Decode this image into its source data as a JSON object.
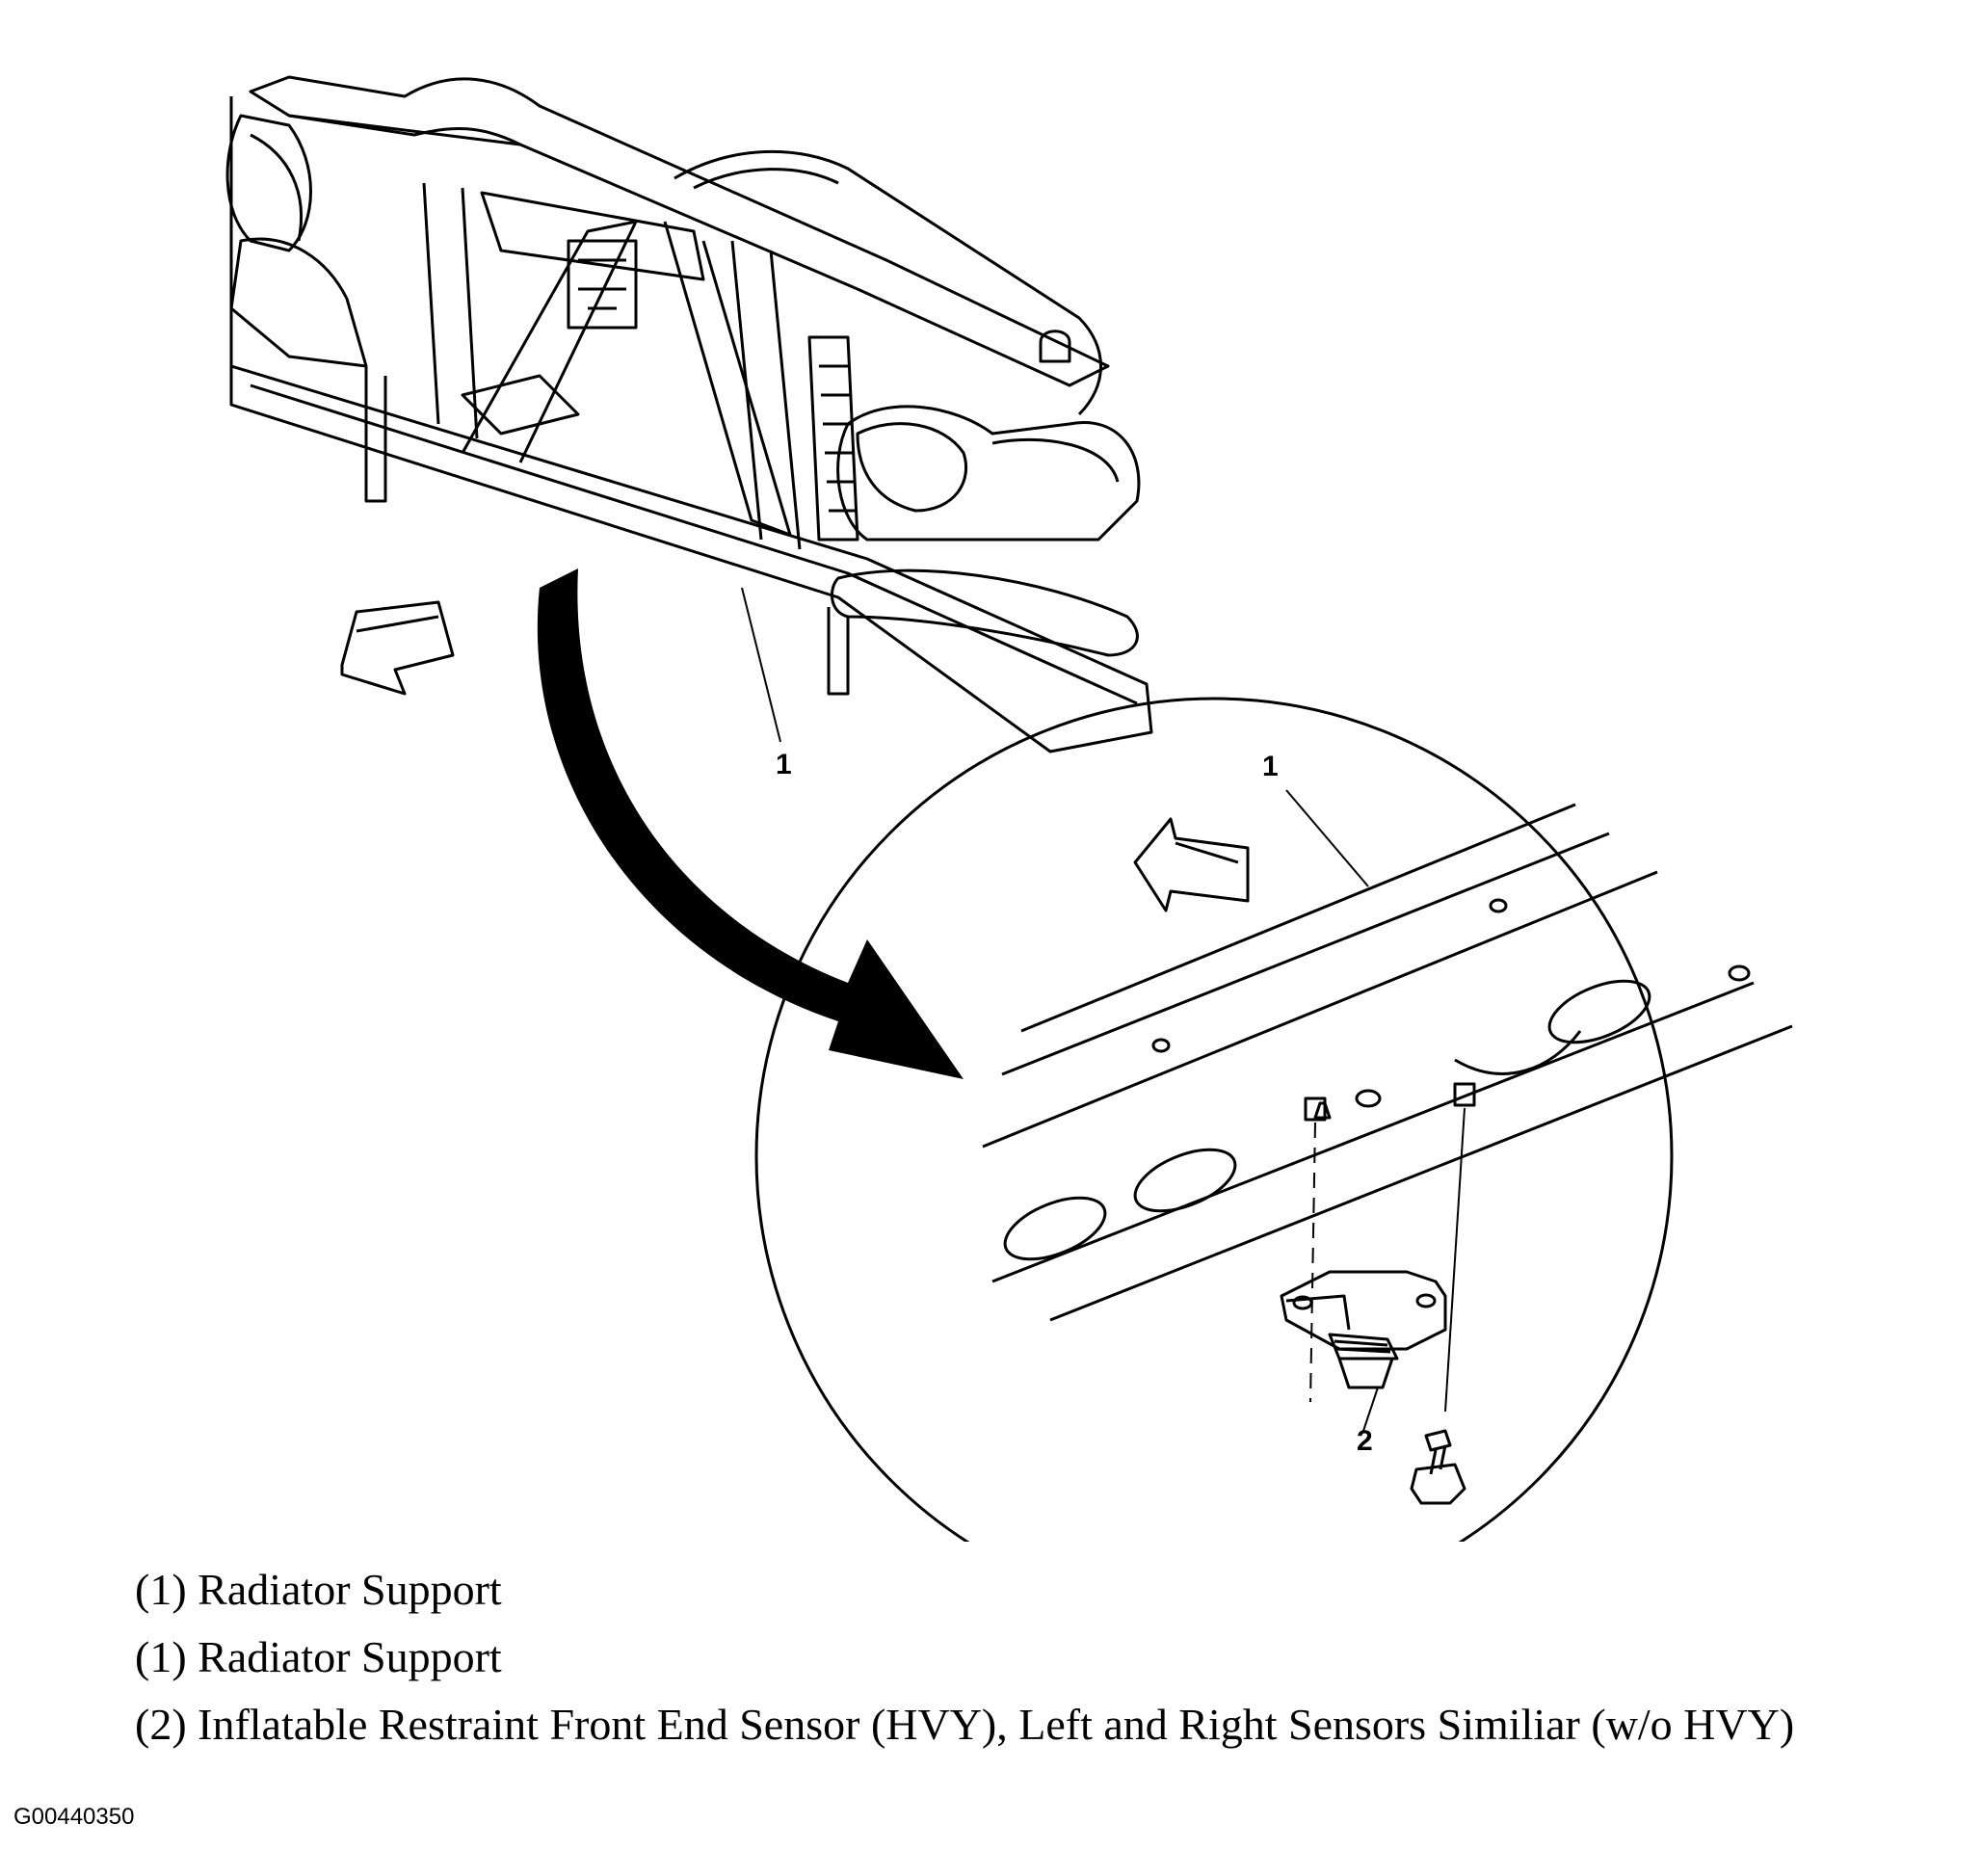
{
  "callouts": {
    "overview_1": "1",
    "detail_1": "1",
    "detail_2": "2"
  },
  "legend": [
    "(1) Radiator Support",
    "(1) Radiator Support",
    "(2) Inflatable Restraint Front End Sensor (HVY), Left and Right Sensors Similiar (w/o HVY)"
  ],
  "figure_id": "G00440350",
  "colors": {
    "ink": "#000000",
    "paper": "#ffffff"
  }
}
